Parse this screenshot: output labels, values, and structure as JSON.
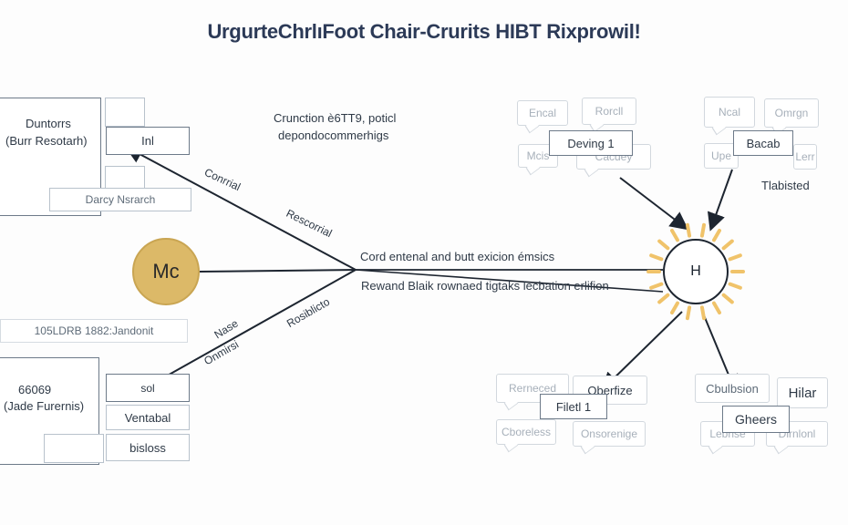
{
  "title": "UrgurteChrlıFoot Chair-Crurits HIBT Rixprowil!",
  "left": {
    "top_group": {
      "title_line1": "Duntorrs",
      "title_line2": "(Burr Resotarh)",
      "item1": "Inl",
      "item2": "Darcy Nsrarch"
    },
    "middle_bar": "105LDRB 1882:Jandonit",
    "bottom_group": {
      "title_line1": "66069",
      "title_line2": "(Jade Furernis)",
      "item1": "sol",
      "item2": "Ventabal",
      "item3": "bisloss"
    },
    "mc_label": "Mc"
  },
  "edges": {
    "upper_1": "Conrrial",
    "upper_2": "Rescorrial",
    "lower_1": "Nase",
    "lower_2": "Onmirsi",
    "lower_3": "Rosiblicto"
  },
  "center": {
    "note_line1": "Crunction è6TT9, poticl",
    "note_line2": "depondocommerhigs",
    "line_upper": "Cord entenal and butt exicion émsics",
    "line_lower": "Rewand Blaik rownaed tigtaks lecbation erlifion"
  },
  "hub": {
    "label": "H",
    "side_note": "Tlabisted"
  },
  "clusters": {
    "top_left": {
      "faint_1": "Encal",
      "faint_2": "Rorcll",
      "faint_3": "Mcis",
      "faint_4": "Cacdey",
      "main": "Deving 1"
    },
    "top_right": {
      "faint_1": "Ncal",
      "faint_2": "Omrgn",
      "faint_3": "Upe",
      "faint_4": "Lerr",
      "main": "Bacab"
    },
    "bottom_left": {
      "faint_1": "Rerneced",
      "faint_2": "Oberfize",
      "faint_3": "Cboreless",
      "faint_4": "Onsorenige",
      "main": "Filetl 1"
    },
    "bottom_right": {
      "faint_1": "Cbulbsion",
      "faint_2": "Hilar",
      "faint_3": "Lebrise",
      "faint_4": "Dirnlonl",
      "main": "Gheers"
    }
  },
  "colors": {
    "title": "#2c3a57",
    "mc_fill": "#dcb968",
    "hub_rays": "#f0c36a",
    "lines": "#1d2530"
  }
}
